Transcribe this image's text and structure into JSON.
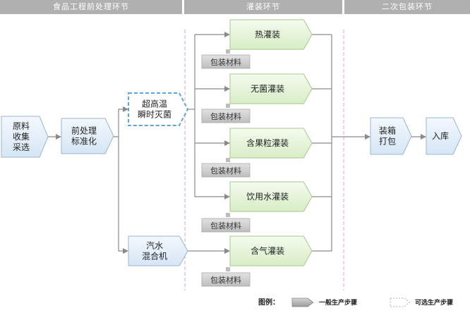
{
  "sections": [
    {
      "label": "食品工程前处理环节"
    },
    {
      "label": "灌装环节"
    },
    {
      "label": "二次包装环节"
    }
  ],
  "nodes": {
    "collect": {
      "lines": [
        "原料",
        "收集",
        "采选"
      ]
    },
    "preprocess": {
      "lines": [
        "前处理",
        "标准化"
      ]
    },
    "uht": {
      "lines": [
        "超高温",
        "瞬时灭菌"
      ]
    },
    "mixer": {
      "lines": [
        "汽水",
        "混合机"
      ]
    },
    "hot_fill": {
      "lines": [
        "热灌装"
      ]
    },
    "aseptic_fill": {
      "lines": [
        "无菌灌装"
      ]
    },
    "pulp_fill": {
      "lines": [
        "含果粒灌装"
      ]
    },
    "water_fill": {
      "lines": [
        "饮用水灌装"
      ]
    },
    "gas_fill": {
      "lines": [
        "含气灌装"
      ]
    },
    "boxing": {
      "lines": [
        "装箱",
        "打包"
      ]
    },
    "storage": {
      "lines": [
        "入库"
      ]
    }
  },
  "packaging_label": "包装材料",
  "legend": {
    "title": "图例：",
    "general": "一般生产步骤",
    "optional": "可选生产步骤"
  },
  "colors": {
    "header": "#b0b0b0",
    "blue_fill": "#e4eef8",
    "blue_stroke": "#9ab5d3",
    "green_fill": "#e9f5df",
    "green_stroke": "#a7c98d",
    "dashed": "#5aa6dc",
    "line": "#7f7f7f",
    "divider": "#e6a8a0"
  }
}
